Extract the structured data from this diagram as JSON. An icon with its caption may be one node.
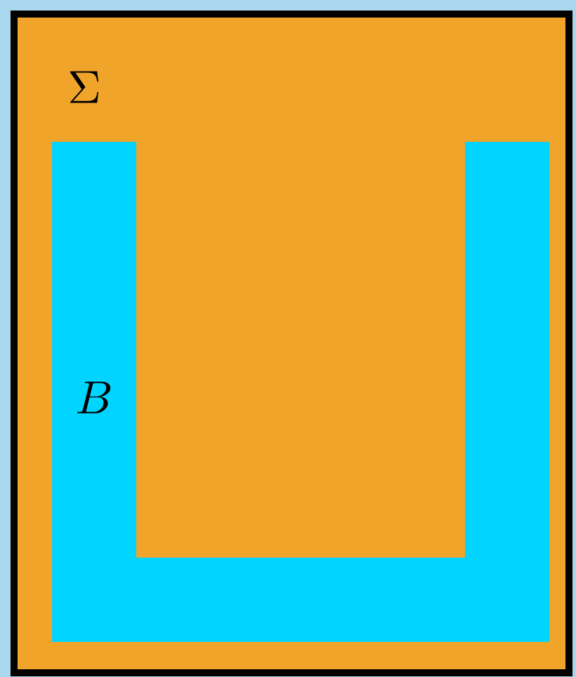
{
  "diagram": {
    "nodes": [
      {
        "text": [
          "\\Sigma"
        ]
      },
      {
        "text": [
          "B"
        ],
        "in": 0
      }
    ]
  }
}
